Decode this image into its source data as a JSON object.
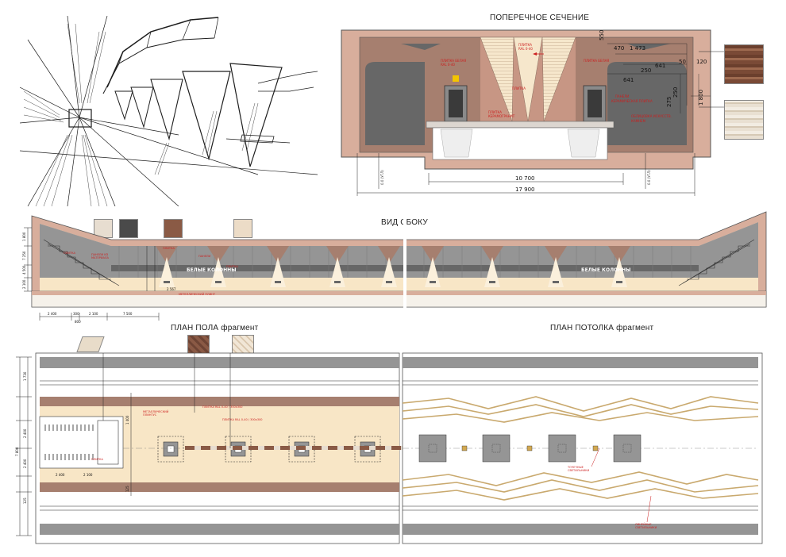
{
  "titles": {
    "cross_section": "ПОПЕРЕЧНОЕ СЕЧЕНИЕ",
    "side_view": "ВИД СБОКУ",
    "floor_plan": "ПЛАН ПОЛА фрагмент",
    "ceiling_plan": "ПЛАН ПОТОЛКА фрагмент"
  },
  "cross_section": {
    "dim_inner": "10 700",
    "dim_outer": "17 900",
    "dims_top": [
      "550",
      "470",
      "1 473",
      "250",
      "641",
      "641",
      "50",
      "120",
      "250",
      "275",
      "1 800"
    ],
    "level_left": "0.0 (УГЛ)",
    "level_right": "0.0 (УГЛ)"
  },
  "side_view": {
    "label_columns_1": "БЕЛЫЕ КОЛОННЫ",
    "label_columns_2": "БЕЛЫЕ КОЛОННЫ",
    "dims_left": [
      "1 800",
      "7 250",
      "4 500",
      "2 100"
    ],
    "dims_bottom": [
      "2 400",
      "300",
      "2 100",
      "7 500",
      "800"
    ],
    "dim_small": "2 567"
  },
  "floor_plan": {
    "dims_left": [
      "1 730",
      "7 800",
      "1 400",
      "2 400",
      "2 400",
      "125",
      "125"
    ],
    "dims_bottom": [
      "2 400",
      "2 100"
    ]
  },
  "colors": {
    "wall_tan": "#d8ae9c",
    "wall_brown": "#a67f6f",
    "panel_dark": "#676767",
    "panel_mid": "#959595",
    "cream": "#f8e6c6",
    "column_white": "#fbf0dc",
    "annotation_red": "#cc1f1f",
    "brick": "#8a5a45",
    "stone_light": "#e7ddd0",
    "stone_dark": "#4a4a4a"
  }
}
